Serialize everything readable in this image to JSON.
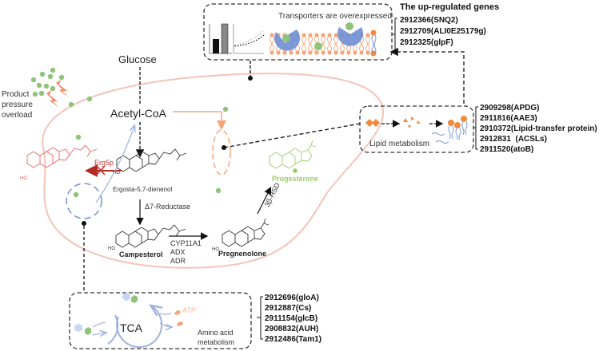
{
  "colors": {
    "cell_outline": "#f4c4b8",
    "green_dot": "#8fc47a",
    "orange": "#f08a3c",
    "blue": "#6f8fd6",
    "red": "#c8342e",
    "progesterone": "#9acd6a",
    "black": "#111111",
    "gray_text": "#333333"
  },
  "upregulated": {
    "title": "The up-regulated genes",
    "genes": [
      "2912366(SNQ2)",
      "2912709(ALI0E25179g)",
      "2912325(glpF)"
    ],
    "transporter_label": "Transporters are overexpressed"
  },
  "lipid": {
    "label": "Lipid metabolism",
    "genes": [
      "2909298(APDG)",
      "2911816(AAE3)",
      "2910372(Lipid-transfer protein)",
      "2912831  (ACSLs)",
      "2911520(atoB)"
    ]
  },
  "tca": {
    "center_label": "TCA",
    "atp_label": "ATP",
    "amino_label_1": "Amino acid",
    "amino_label_2": "metabolism",
    "genes": [
      "2912696(gloA)",
      "2912887(Cs)",
      "2911154(glcB)",
      "2908832(AUH)",
      "2912486(Tam1)"
    ]
  },
  "pathway": {
    "glucose": "Glucose",
    "acetyl_coa": "Acetyl-CoA",
    "erg5p": "Erg5p",
    "ergosta": "Ergosta-5,7-dienenol",
    "reductase": "Δ7-Reductase",
    "campesterol": "Campesterol",
    "cyp": "CYP11A1",
    "adx": "ADX",
    "adr": "ADR",
    "pregnenolone": "Pregnenolone",
    "hsd": "3β-HSD",
    "progesterone": "Progesterone",
    "ho": "HO"
  },
  "pressure": {
    "line1": "Product",
    "line2": "pressure",
    "line3": "overload"
  }
}
